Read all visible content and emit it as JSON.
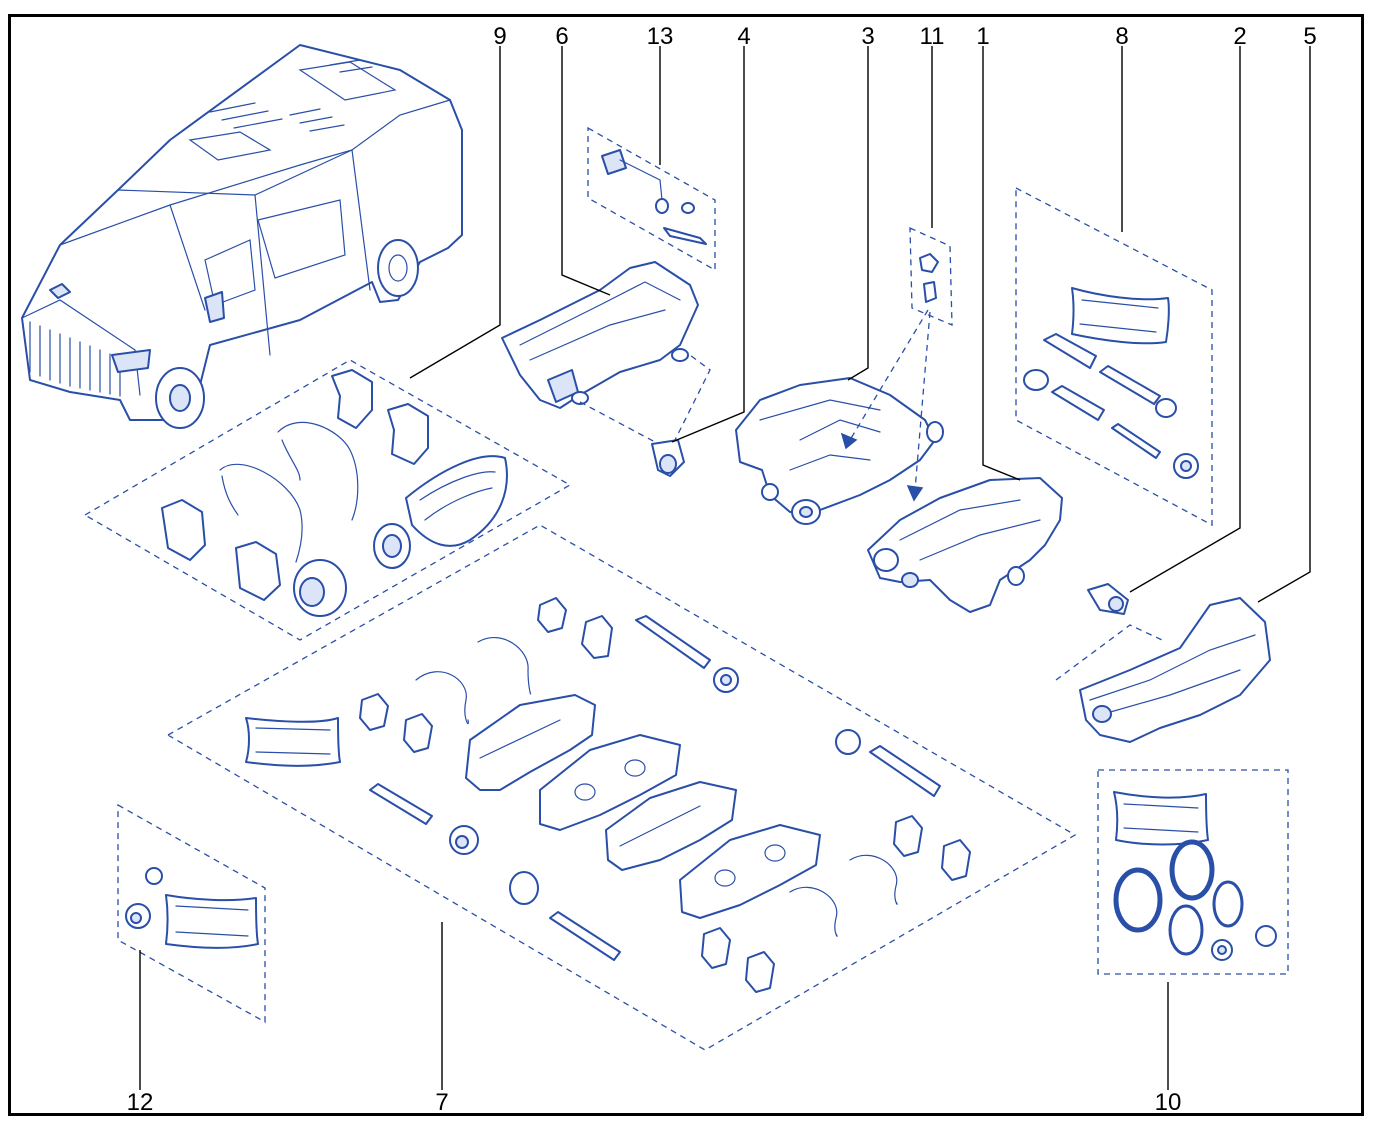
{
  "diagram": {
    "callouts": [
      {
        "id": "1",
        "label": "1"
      },
      {
        "id": "2",
        "label": "2"
      },
      {
        "id": "3",
        "label": "3"
      },
      {
        "id": "4",
        "label": "4"
      },
      {
        "id": "5",
        "label": "5"
      },
      {
        "id": "6",
        "label": "6"
      },
      {
        "id": "7",
        "label": "7"
      },
      {
        "id": "8",
        "label": "8"
      },
      {
        "id": "9",
        "label": "9"
      },
      {
        "id": "10",
        "label": "10"
      },
      {
        "id": "11",
        "label": "11"
      },
      {
        "id": "12",
        "label": "12"
      },
      {
        "id": "13",
        "label": "13"
      }
    ]
  },
  "colors": {
    "line_art": "#2a4fa8",
    "frame": "#000000",
    "background": "#ffffff"
  }
}
